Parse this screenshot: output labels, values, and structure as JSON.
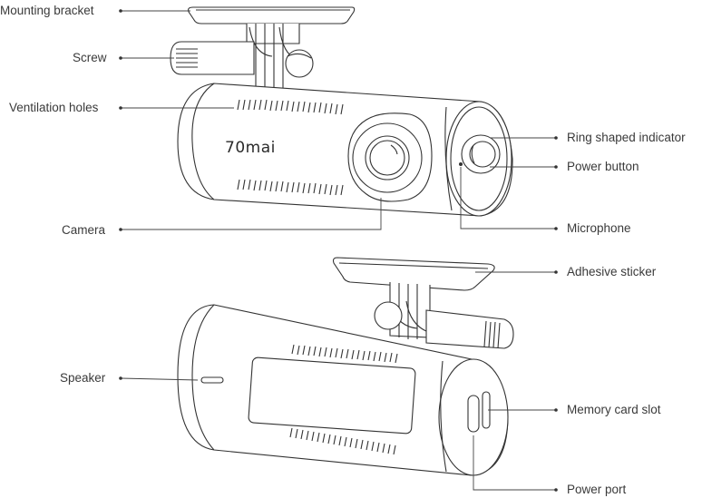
{
  "device": {
    "brand": "70mai"
  },
  "callouts": {
    "mounting_bracket": "Mounting bracket",
    "screw": "Screw",
    "ventilation_holes": "Ventilation holes",
    "camera": "Camera",
    "ring_shaped_indicator": "Ring shaped indicator",
    "power_button": "Power button",
    "microphone": "Microphone",
    "adhesive_sticker": "Adhesive sticker",
    "speaker": "Speaker",
    "memory_card_slot": "Memory card slot",
    "power_port": "Power port"
  },
  "colors": {
    "line": "#333333",
    "text": "#3a3a3a",
    "background": "#ffffff"
  }
}
